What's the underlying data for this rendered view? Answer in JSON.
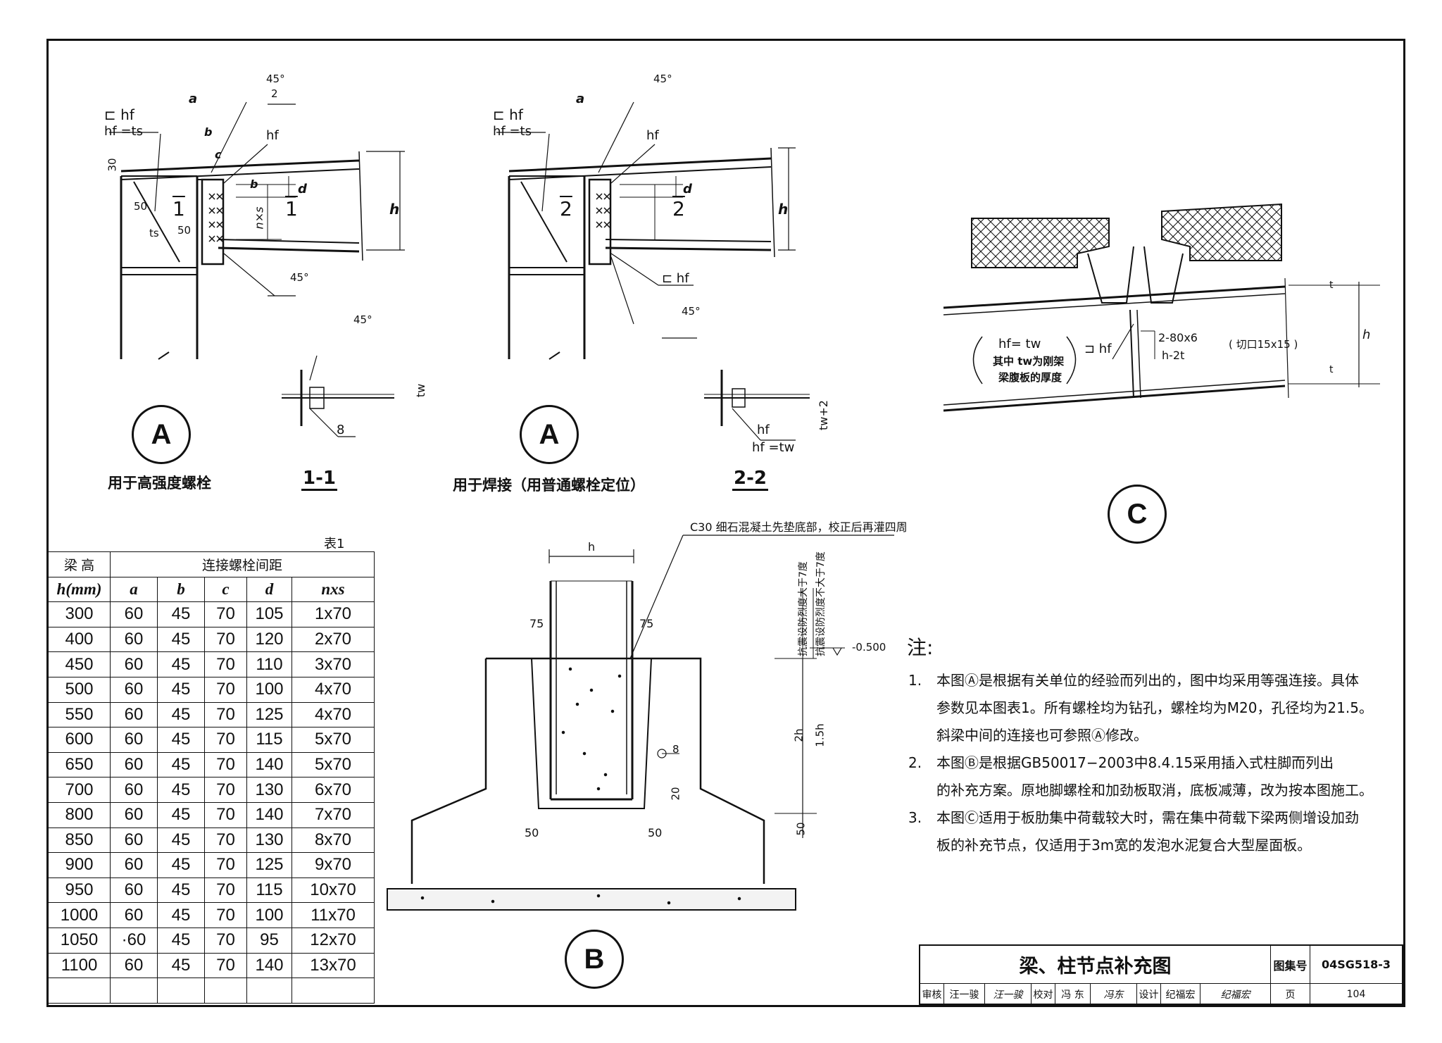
{
  "detail_a": {
    "circle": "A",
    "left_caption": "用于高强度螺栓",
    "right_caption": "用于焊接（用普通螺栓定位）",
    "section_1": "1-1",
    "section_2": "2-2",
    "marks": {
      "hf_box": "⊏ hf",
      "hf_ts": "hf =ts",
      "deg45": "45°",
      "two": "2",
      "a": "a",
      "b": "b",
      "c": "c",
      "d": "d",
      "h": "h",
      "nxs": "n×s",
      "hf": "hf",
      "dim30": "30",
      "dim50": "50",
      "ts": "ts",
      "sec1": "1",
      "sec2": "2",
      "eight": "8",
      "tw": "tw",
      "tw2": "tw+2",
      "hf_tw": "hf =tw"
    }
  },
  "detail_b": {
    "circle": "B",
    "note": "C30 细石混凝土先垫底部，校正后再灌四周",
    "h": "h",
    "dim75": "75",
    "dim50": "50",
    "dim20": "20",
    "dim8": "8",
    "two_h": "2h",
    "one_five_h": "1.5h",
    "level": "-0.500",
    "seismic_gt7": "抗震设防烈度大于7度",
    "seismic_le7": "抗震设防烈度不大于7度"
  },
  "detail_c": {
    "circle": "C",
    "hf_tw": "hf= tw",
    "tw_note_1": "其中 tw为刚架",
    "tw_note_2": "梁腹板的厚度",
    "hf_box": "⊐ hf",
    "plate": "2-80x6",
    "plate_h": "h-2t",
    "cut": "( 切口15x15 )",
    "t": "t",
    "h": "h"
  },
  "table": {
    "caption": "表1",
    "head_beam": "梁 高",
    "head_h": "h(mm)",
    "head_spacing": "连接螺栓间距",
    "cols": [
      "a",
      "b",
      "c",
      "d",
      "nxs"
    ],
    "rows": [
      [
        "300",
        "60",
        "45",
        "70",
        "105",
        "1x70"
      ],
      [
        "400",
        "60",
        "45",
        "70",
        "120",
        "2x70"
      ],
      [
        "450",
        "60",
        "45",
        "70",
        "110",
        "3x70"
      ],
      [
        "500",
        "60",
        "45",
        "70",
        "100",
        "4x70"
      ],
      [
        "550",
        "60",
        "45",
        "70",
        "125",
        "4x70"
      ],
      [
        "600",
        "60",
        "45",
        "70",
        "115",
        "5x70"
      ],
      [
        "650",
        "60",
        "45",
        "70",
        "140",
        "5x70"
      ],
      [
        "700",
        "60",
        "45",
        "70",
        "130",
        "6x70"
      ],
      [
        "800",
        "60",
        "45",
        "70",
        "140",
        "7x70"
      ],
      [
        "850",
        "60",
        "45",
        "70",
        "130",
        "8x70"
      ],
      [
        "900",
        "60",
        "45",
        "70",
        "125",
        "9x70"
      ],
      [
        "950",
        "60",
        "45",
        "70",
        "115",
        "10x70"
      ],
      [
        "1000",
        "60",
        "45",
        "70",
        "100",
        "11x70"
      ],
      [
        "1050",
        "·60",
        "45",
        "70",
        "95",
        "12x70"
      ],
      [
        "1100",
        "60",
        "45",
        "70",
        "140",
        "13x70"
      ],
      [
        "",
        "",
        "",
        "",
        "",
        ""
      ]
    ]
  },
  "notes": {
    "head": "注:",
    "items": [
      {
        "num": "1.",
        "lines": [
          "本图Ⓐ是根据有关单位的经验而列出的，图中均采用等强连接。具体",
          "参数见本图表1。所有螺栓均为钻孔，螺栓均为M20，孔径均为21.5。",
          "斜梁中间的连接也可参照Ⓐ修改。"
        ]
      },
      {
        "num": "2.",
        "lines": [
          "本图Ⓑ是根据GB50017−2003中8.4.15采用插入式柱脚而列出",
          "的补充方案。原地脚螺栓和加劲板取消，底板减薄，改为按本图施工。"
        ]
      },
      {
        "num": "3.",
        "lines": [
          "本图Ⓒ适用于板肋集中荷载较大时，需在集中荷载下梁两侧增设加劲",
          "板的补充节点，仅适用于3m宽的发泡水泥复合大型屋面板。"
        ]
      }
    ]
  },
  "title_block": {
    "title": "梁、柱节点补充图",
    "atlas_label": "图集号",
    "atlas_no": "04SG518-3",
    "review_label": "审核",
    "review_name": "汪一骏",
    "review_sign": "汪一骏",
    "check_label": "校对",
    "check_name": "冯 东",
    "check_sign": "冯东",
    "design_label": "设计",
    "design_name": "纪福宏",
    "design_sign": "纪福宏",
    "page_label": "页",
    "page_no": "104"
  }
}
